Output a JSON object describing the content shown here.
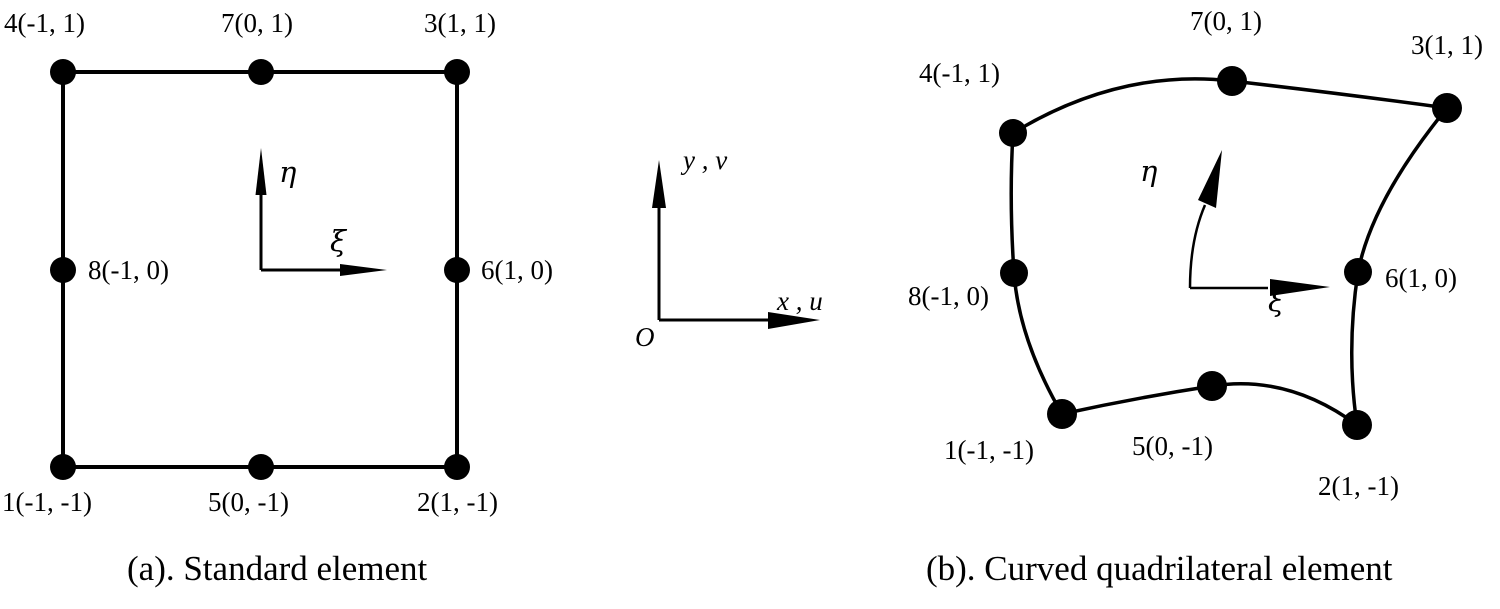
{
  "figure": {
    "panels": [
      {
        "id": "standard-element",
        "caption": "(a). Standard element",
        "nodes": [
          {
            "key": "n1",
            "label": "1(-1, -1)"
          },
          {
            "key": "n2",
            "label": "2(1, -1)"
          },
          {
            "key": "n3",
            "label": "3(1, 1)"
          },
          {
            "key": "n4",
            "label": "4(-1, 1)"
          },
          {
            "key": "n5",
            "label": "5(0, -1)"
          },
          {
            "key": "n6",
            "label": "6(1, 0)"
          },
          {
            "key": "n7",
            "label": "7(0, 1)"
          },
          {
            "key": "n8",
            "label": "8(-1, 0)"
          }
        ],
        "local_axes": {
          "xi": "ξ",
          "eta": "η"
        }
      },
      {
        "id": "curved-quadrilateral-element",
        "caption": "(b). Curved quadrilateral element",
        "nodes": [
          {
            "key": "n1",
            "label": "1(-1, -1)"
          },
          {
            "key": "n2",
            "label": "2(1, -1)"
          },
          {
            "key": "n3",
            "label": "3(1, 1)"
          },
          {
            "key": "n4",
            "label": "4(-1, 1)"
          },
          {
            "key": "n5",
            "label": "5(0, -1)"
          },
          {
            "key": "n6",
            "label": "6(1, 0)"
          },
          {
            "key": "n7",
            "label": "7(0, 1)"
          },
          {
            "key": "n8",
            "label": "8(-1, 0)"
          }
        ],
        "local_axes": {
          "xi": "ξ",
          "eta": "η"
        }
      }
    ],
    "global_axes": {
      "origin": "O",
      "x_axis": "x , u",
      "y_axis": "y , v"
    },
    "style": {
      "line_color": "#000000",
      "node_color": "#000000",
      "background": "#ffffff"
    }
  }
}
